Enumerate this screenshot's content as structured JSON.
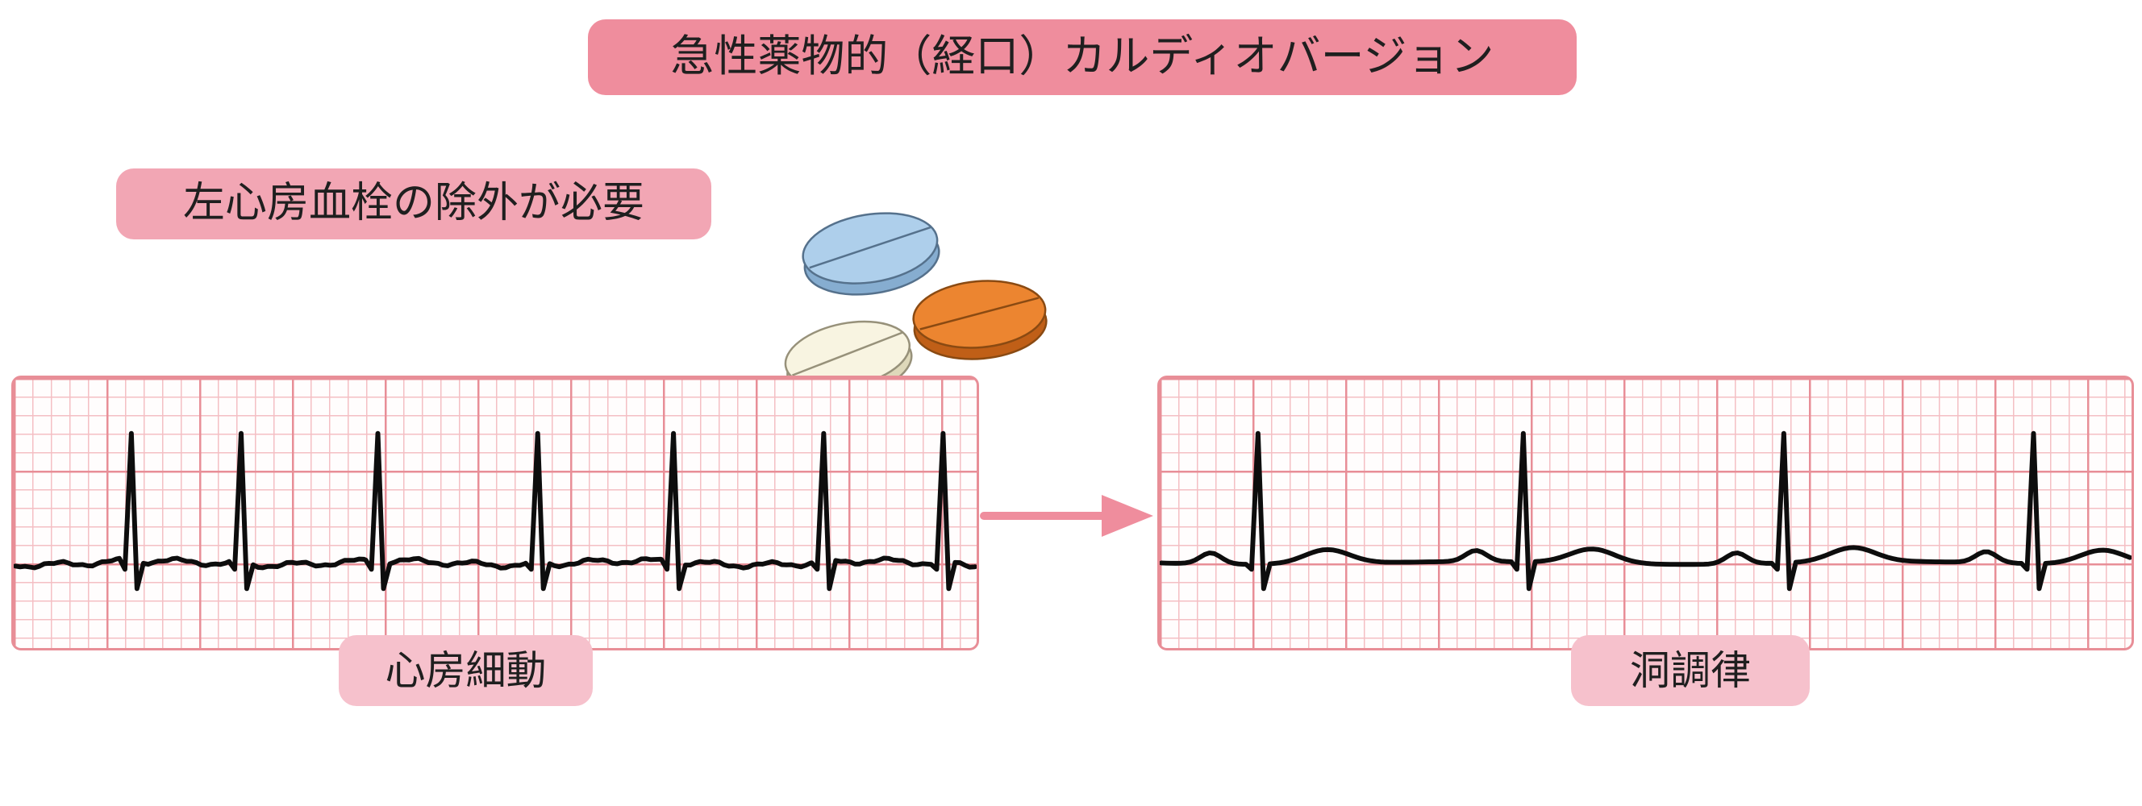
{
  "title": "急性薬物的（経口）カルディオバージョン",
  "precondition": "左心房血栓の除外が必要",
  "strips": {
    "afib": {
      "label": "心房細動",
      "rhythm": "irregular"
    },
    "sinus": {
      "label": "洞調律",
      "rhythm": "regular"
    }
  },
  "icons": {
    "pills": [
      "pill-blue",
      "pill-orange",
      "pill-cream"
    ],
    "arrow": "transition-arrow-right"
  },
  "colors": {
    "title-bg": "#ef8d9d",
    "precondition-bg": "#f2a6b4",
    "label-bg": "#f6c1cc",
    "grid-minor": "#f4bfc4",
    "grid-major": "#e88e97",
    "strip-bg": "#fffdfd",
    "trace": "#0d0d0d",
    "arrow": "#ef8d9d",
    "text": "#1f1f1f",
    "pill-blue": "#aecfeb",
    "pill-blue-side": "#86add0",
    "pill-blue-stroke": "#55718c",
    "pill-orange": "#ec8530",
    "pill-orange-side": "#c05f17",
    "pill-orange-stroke": "#8a4a12",
    "pill-cream": "#f8f4e1",
    "pill-cream-side": "#ded8ba",
    "pill-cream-stroke": "#97917a"
  },
  "ecg": {
    "afib": {
      "beats": [
        0.123,
        0.237,
        0.379,
        0.545,
        0.686,
        0.842,
        0.966
      ],
      "p_wave": false,
      "t_wave": false,
      "fib_waves": true
    },
    "sinus": {
      "beats": [
        0.102,
        0.375,
        0.643,
        0.9
      ],
      "p_wave": true,
      "t_wave": true,
      "fib_waves": false
    }
  }
}
